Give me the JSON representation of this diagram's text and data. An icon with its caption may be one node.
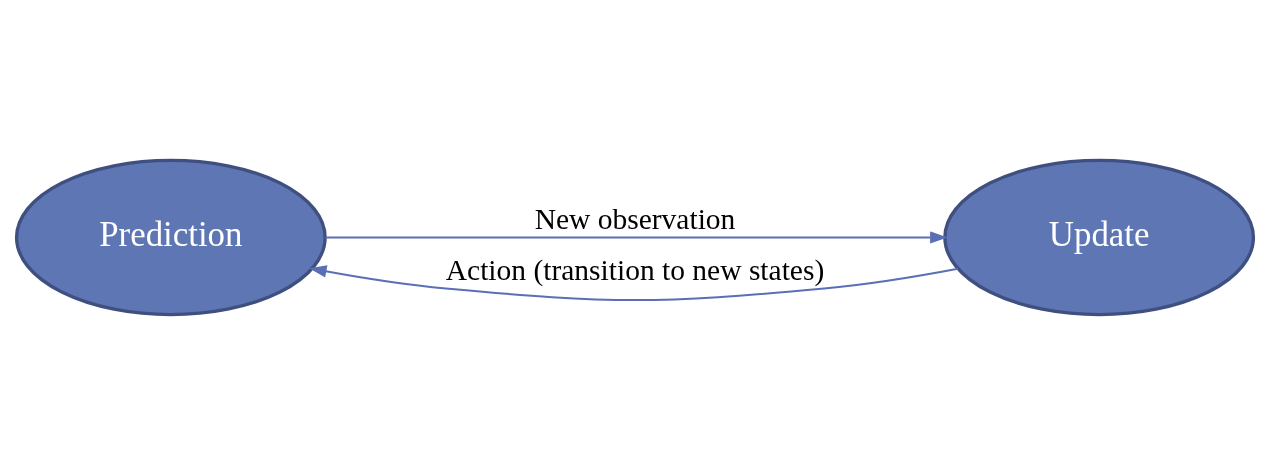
{
  "diagram": {
    "nodes": [
      {
        "text": [
          "Prediction"
        ]
      },
      {
        "text": [
          "Update"
        ]
      }
    ],
    "edges": [
      {
        "from": 0,
        "to": 1,
        "arrow": "to",
        "label": "New observation"
      },
      {
        "from": 1,
        "to": 0,
        "arrow": "to",
        "label": "Action (transition to new states)"
      }
    ]
  }
}
